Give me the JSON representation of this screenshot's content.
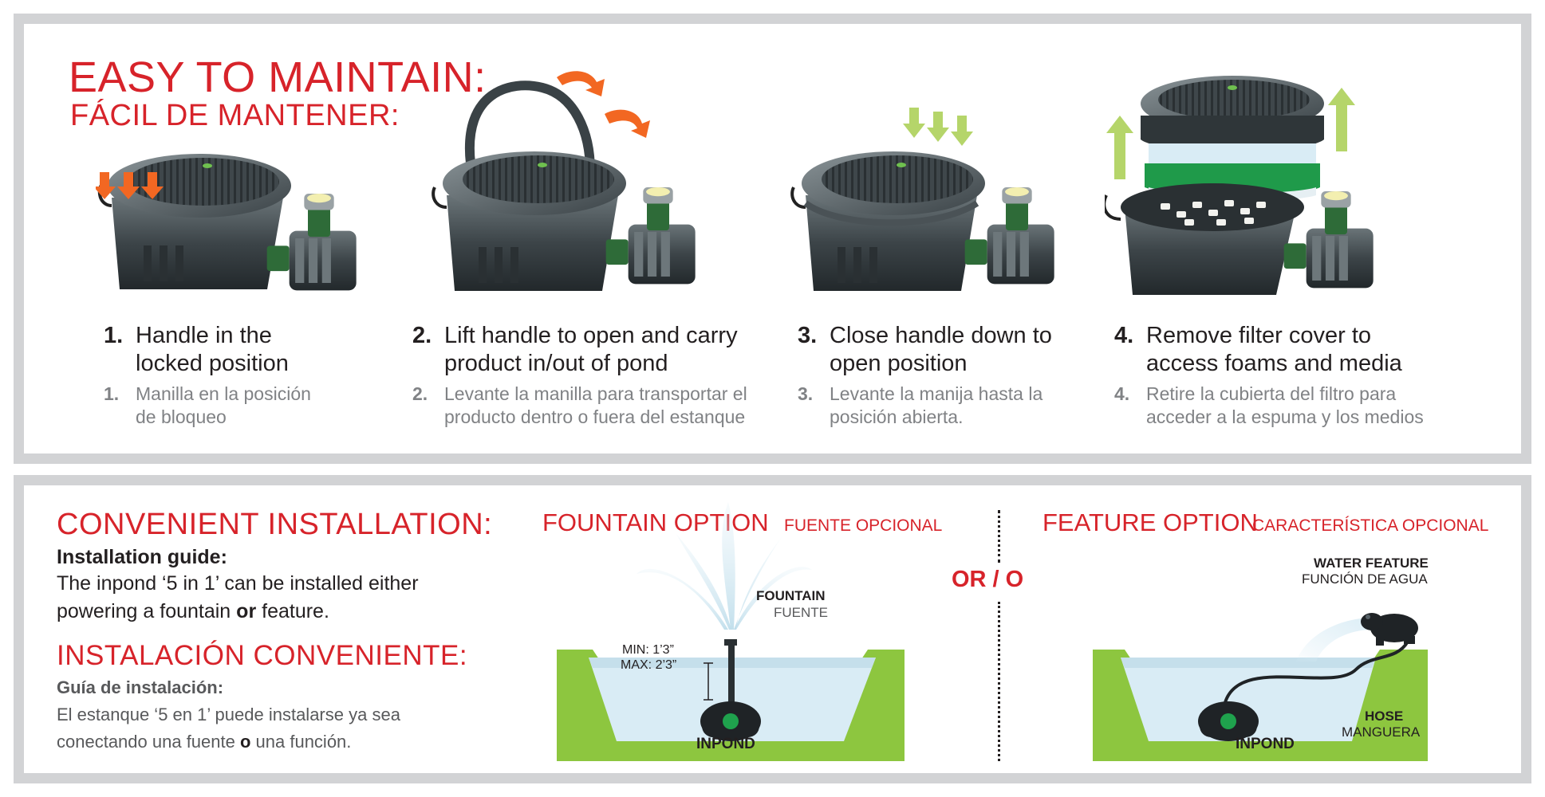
{
  "maintain": {
    "title": "EASY TO MAINTAIN:",
    "subtitle": "FÁCIL DE MANTENER:"
  },
  "steps": [
    {
      "num": "1.",
      "en": "Handle in the locked position",
      "es": "Manilla en la posición de bloqueo"
    },
    {
      "num": "2.",
      "en": "Lift handle to open and carry product in/out of pond",
      "es": "Levante la manilla para transportar el producto dentro o fuera del estanque"
    },
    {
      "num": "3.",
      "en": "Close handle down to open position",
      "es": "Levante la manija hasta la posición abierta."
    },
    {
      "num": "4.",
      "en": "Remove filter cover to access foams and media",
      "es": "Retire la cubierta del filtro para acceder a la espuma y los medios"
    }
  ],
  "installation": {
    "title": "CONVENIENT INSTALLATION:",
    "guide_label": "Installation guide:",
    "desc_part1": "The inpond ‘5 in 1’ can be installed either powering a fountain ",
    "desc_or": "or",
    "desc_part2": " feature.",
    "title_es": "INSTALACIÓN CONVENIENTE:",
    "guide_label_es": "Guía de instalación:",
    "desc_es_part1": "El estanque ‘5 en 1’ puede instalarse ya sea conectando una fuente ",
    "desc_es_o": "o",
    "desc_es_part2": " una función."
  },
  "fountain_option": {
    "title": "FOUNTAIN OPTION",
    "subtitle": "FUENTE OPCIONAL",
    "fountain_label": "FOUNTAIN",
    "fountain_label_es": "FUENTE",
    "min_depth": "MIN: 1’3”",
    "max_depth": "MAX: 2’3”",
    "inpond_label": "INPOND"
  },
  "or_label": "OR / O",
  "feature_option": {
    "title": "FEATURE OPTION",
    "subtitle": "CARACTERÍSTICA OPCIONAL",
    "water_feature_label": "WATER FEATURE",
    "water_feature_label_es": "FUNCIÓN DE AGUA",
    "hose_label": "HOSE",
    "hose_label_es": "MANGUERA",
    "inpond_label": "INPOND"
  },
  "colors": {
    "accent_red": "#d7232a",
    "grass_green": "#8dc63f",
    "water_blue": "#d9ecf5",
    "arrow_orange": "#f26722",
    "arrow_lime": "#b5d56a",
    "product_dark": "#3c4448"
  }
}
